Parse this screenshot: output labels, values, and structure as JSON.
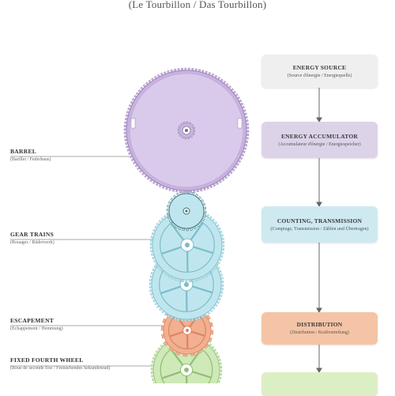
{
  "subtitle": "(Le Tourbillon / Das Tourbillon)",
  "labels": [
    {
      "name": "BARREL",
      "sub": "(Barillet / Federhaus)"
    },
    {
      "name": "GEAR TRAINS",
      "sub": "(Rouages / Räderwerk)"
    },
    {
      "name": "ESCAPEMENT",
      "sub": "(Echappement / Hemmung)"
    },
    {
      "name": "FIXED FOURTH WHEEL",
      "sub": "(Roue de seconde fixe / Feststehendes Sekundenrad)"
    }
  ],
  "flow": [
    {
      "title": "ENERGY SOURCE",
      "sub": "(Source d'énergie / Energiequelle)",
      "color": "#efefef"
    },
    {
      "title": "ENERGY ACCUMULATOR",
      "sub": "(Accumulateur d'énergie / Energiespeicher)",
      "color": "#ddd3e9"
    },
    {
      "title": "COUNTING, TRANSMISSION",
      "sub": "(Comptage, Transmission / Zählen und Übertragen)",
      "color": "#cfe9f1"
    },
    {
      "title": "DISTRIBUTION",
      "sub": "(Distribution / Kraftverteilung)",
      "color": "#f5c4a6"
    },
    {
      "title": "",
      "sub": "",
      "color": "#dcefc4"
    }
  ],
  "colors": {
    "barrel": "#c8b3df",
    "barrel_edge": "#9d86ba",
    "gear": "#bfe6ee",
    "gear_edge": "#7fbccb",
    "escape": "#f2b091",
    "escape_edge": "#d98565",
    "green": "#cfe9b8",
    "arrow": "#666666"
  }
}
